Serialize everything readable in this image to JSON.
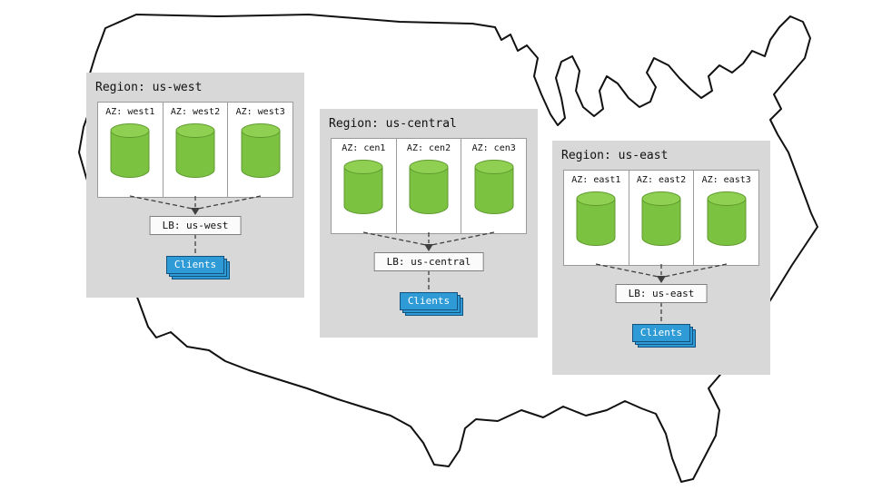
{
  "diagram": {
    "description": "US multi-region deployment diagram",
    "map_icon": "us-map-outline"
  },
  "regions": [
    {
      "title": "Region: us-west",
      "azs": [
        "AZ: west1",
        "AZ: west2",
        "AZ: west3"
      ],
      "lb": "LB: us-west",
      "clients": "Clients"
    },
    {
      "title": "Region: us-central",
      "azs": [
        "AZ: cen1",
        "AZ: cen2",
        "AZ: cen3"
      ],
      "lb": "LB: us-central",
      "clients": "Clients"
    },
    {
      "title": "Region: us-east",
      "azs": [
        "AZ: east1",
        "AZ: east2",
        "AZ: east3"
      ],
      "lb": "LB: us-east",
      "clients": "Clients"
    }
  ],
  "icons": {
    "database": "database-cylinder-icon"
  },
  "colors": {
    "panel_bg": "#d8d8d8",
    "cylinder_green": "#7cc241",
    "cylinder_top_green": "#8fd052",
    "clients_blue": "#2e9bd6",
    "clients_border": "#14527d",
    "map_stroke": "#111111",
    "connector": "#3f3f3f"
  }
}
